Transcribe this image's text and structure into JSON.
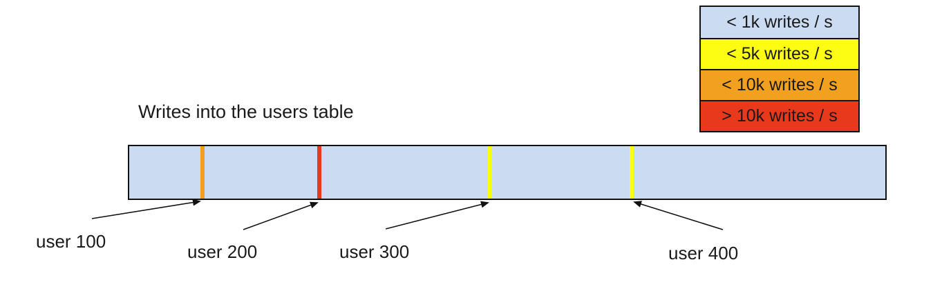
{
  "title": "Writes into the users table",
  "colors": {
    "bar_fill": "#cbdcf2",
    "blue": "#cbdcf2",
    "yellow": "#fdfd14",
    "orange": "#f1a11f",
    "red": "#e8391d",
    "border": "#111111"
  },
  "legend": {
    "items": [
      {
        "label": "< 1k writes / s",
        "color": "#cbdcf2"
      },
      {
        "label": "< 5k writes / s",
        "color": "#fdfd14"
      },
      {
        "label": "< 10k writes / s",
        "color": "#f1a11f"
      },
      {
        "label": "> 10k writes / s",
        "color": "#e8391d"
      }
    ]
  },
  "bar": {
    "ticks": [
      {
        "user": "user 100",
        "rate": "< 10k writes / s",
        "color": "#f1a11f"
      },
      {
        "user": "user 200",
        "rate": "> 10k writes / s",
        "color": "#e8391d"
      },
      {
        "user": "user 300",
        "rate": "< 5k writes / s",
        "color": "#fdfd14"
      },
      {
        "user": "user 400",
        "rate": "< 5k writes / s",
        "color": "#fdfd14"
      }
    ]
  }
}
